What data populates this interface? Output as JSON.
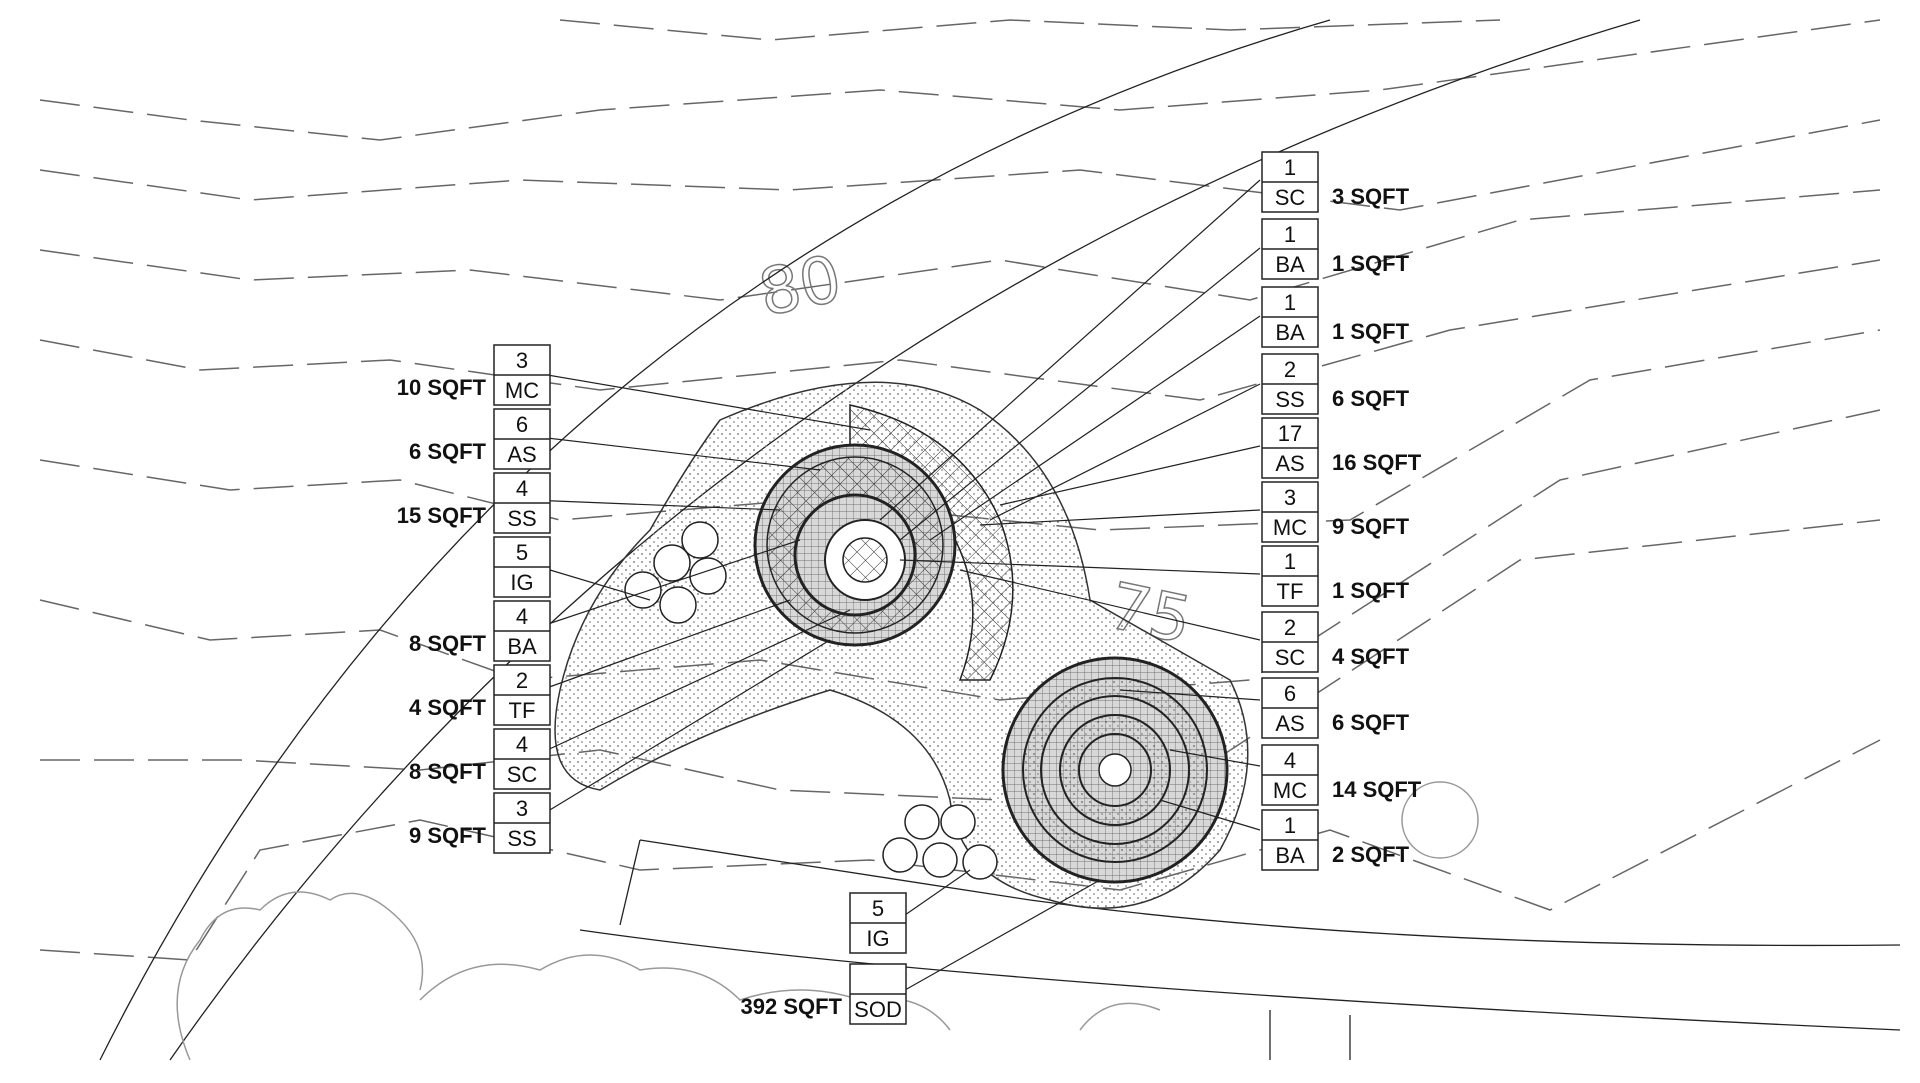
{
  "contours": {
    "label_80": "80",
    "label_75": "75"
  },
  "callouts_left": [
    {
      "qty": "3",
      "code": "MC",
      "area": "10 SQFT"
    },
    {
      "qty": "6",
      "code": "AS",
      "area": "6 SQFT"
    },
    {
      "qty": "4",
      "code": "SS",
      "area": "15 SQFT"
    },
    {
      "qty": "5",
      "code": "IG",
      "area": ""
    },
    {
      "qty": "4",
      "code": "BA",
      "area": "8 SQFT"
    },
    {
      "qty": "2",
      "code": "TF",
      "area": "4 SQFT"
    },
    {
      "qty": "4",
      "code": "SC",
      "area": "8 SQFT"
    },
    {
      "qty": "3",
      "code": "SS",
      "area": "9 SQFT"
    }
  ],
  "callouts_right": [
    {
      "qty": "1",
      "code": "SC",
      "area": "3 SQFT"
    },
    {
      "qty": "1",
      "code": "BA",
      "area": "1 SQFT"
    },
    {
      "qty": "1",
      "code": "BA",
      "area": "1 SQFT"
    },
    {
      "qty": "2",
      "code": "SS",
      "area": "6 SQFT"
    },
    {
      "qty": "17",
      "code": "AS",
      "area": "16 SQFT"
    },
    {
      "qty": "3",
      "code": "MC",
      "area": "9 SQFT"
    },
    {
      "qty": "1",
      "code": "TF",
      "area": "1 SQFT"
    },
    {
      "qty": "2",
      "code": "SC",
      "area": "4 SQFT"
    },
    {
      "qty": "6",
      "code": "AS",
      "area": "6 SQFT"
    },
    {
      "qty": "4",
      "code": "MC",
      "area": "14 SQFT"
    },
    {
      "qty": "1",
      "code": "BA",
      "area": "2 SQFT"
    }
  ],
  "callouts_bottom": [
    {
      "qty": "5",
      "code": "IG",
      "area": ""
    },
    {
      "qty": "",
      "code": "SOD",
      "area": "392 SQFT"
    }
  ]
}
